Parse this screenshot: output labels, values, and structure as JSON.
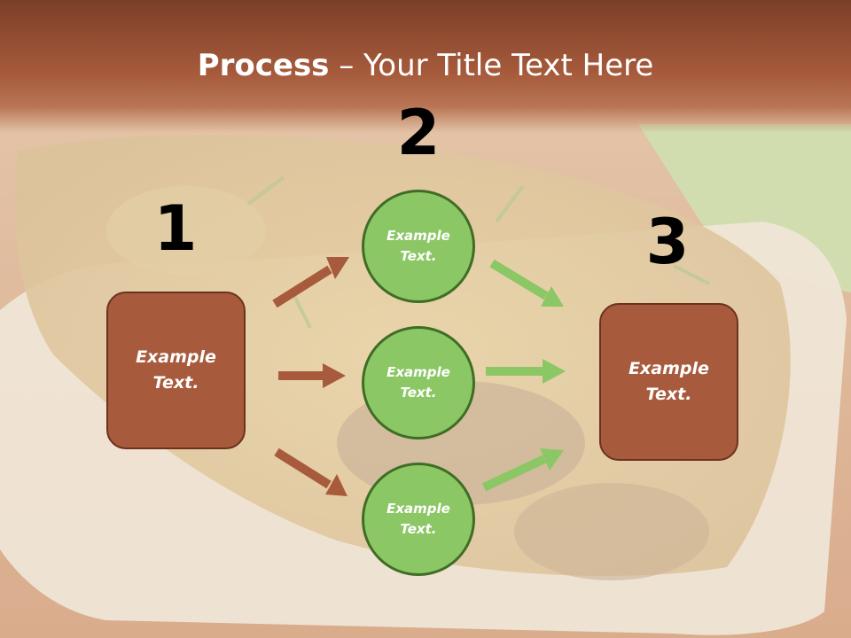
{
  "slide": {
    "title_bold": "Process",
    "title_rest": " – Your Title Text Here",
    "numbers": {
      "one": "1",
      "two": "2",
      "three": "3"
    },
    "left_box": {
      "line1": "Example",
      "line2": "Text."
    },
    "right_box": {
      "line1": "Example",
      "line2": "Text."
    },
    "circles": [
      {
        "line1": "Example",
        "line2": "Text."
      },
      {
        "line1": "Example",
        "line2": "Text."
      },
      {
        "line1": "Example",
        "line2": "Text."
      }
    ],
    "colors": {
      "header": "#a65a3b",
      "box_fill": "#a85a3c",
      "circle_fill": "#8cc765",
      "brown_arrow": "#a85a3c",
      "green_arrow": "#8cc765"
    }
  }
}
